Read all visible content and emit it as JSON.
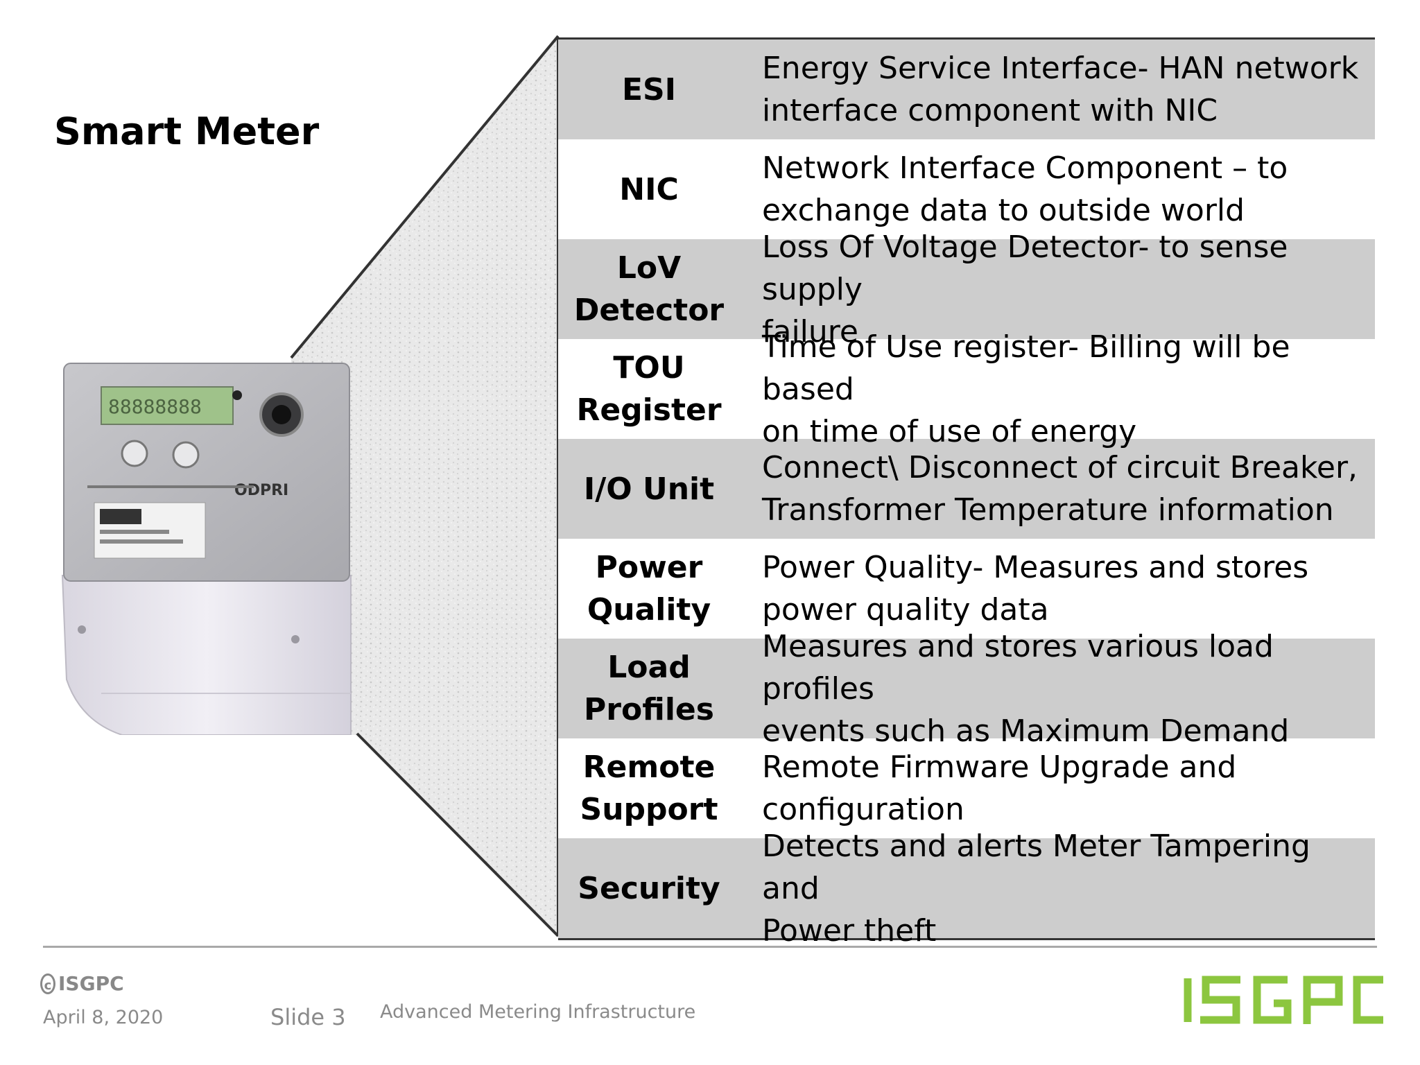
{
  "title": "Smart Meter",
  "table": {
    "rows": [
      {
        "key": "ESI",
        "desc": "Energy Service Interface- HAN network\ninterface component with NIC",
        "shaded": true
      },
      {
        "key": "NIC",
        "desc": "Network Interface Component – to\nexchange data to outside world",
        "shaded": false
      },
      {
        "key": "LoV\nDetector",
        "desc": "Loss Of Voltage Detector- to sense supply\nfailure",
        "shaded": true
      },
      {
        "key": "TOU\nRegister",
        "desc": "Time of Use register- Billing will be based\non time of use of energy",
        "shaded": false
      },
      {
        "key": "I/O Unit",
        "desc": "Connect\\ Disconnect of circuit Breaker,\nTransformer Temperature information",
        "shaded": true
      },
      {
        "key": "Power\nQuality",
        "desc": "Power Quality- Measures and stores\npower quality data",
        "shaded": false
      },
      {
        "key": "Load\nProfiles",
        "desc": "Measures and stores various load profiles\nevents such as  Maximum Demand",
        "shaded": true
      },
      {
        "key": "Remote\nSupport",
        "desc": "Remote Firmware Upgrade and\nconfiguration",
        "shaded": false
      },
      {
        "key": "Security",
        "desc": "Detects and alerts Meter Tampering and\nPower theft",
        "shaded": true
      }
    ]
  },
  "footer": {
    "copyright": "ISGPC",
    "date": "April 8, 2020",
    "slide": "Slide 3",
    "presentation_title": "Advanced Metering Infrastructure",
    "logo_text": "ISGPC"
  },
  "colors": {
    "row_shade": "#cdcdcd",
    "logo_green": "#8cc63f",
    "footer_gray": "#8a8a8a"
  }
}
